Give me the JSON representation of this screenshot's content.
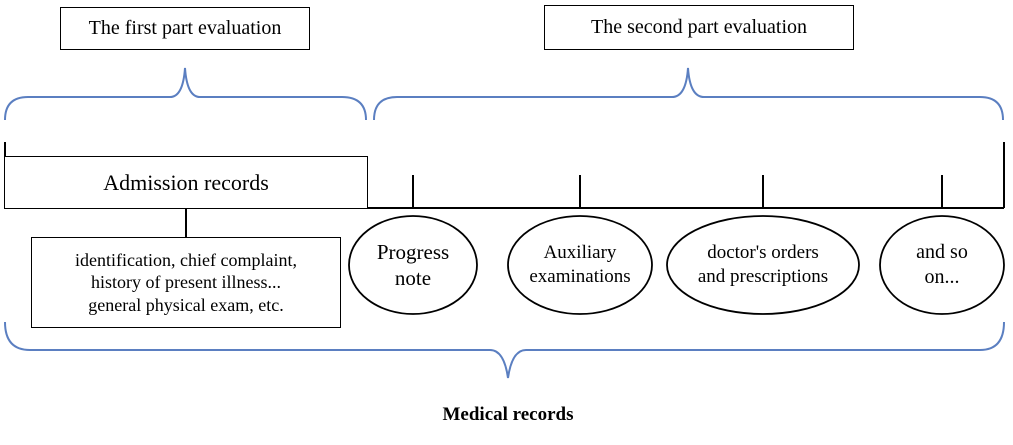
{
  "top_labels": {
    "first_part": "The first part evaluation",
    "second_part": "The second part evaluation"
  },
  "admission_records": "Admission records",
  "admission_details": {
    "line1": "identification, chief complaint,",
    "line2": "history of present illness...",
    "line3": "general physical exam, etc."
  },
  "ovals": [
    {
      "line1": "Progress",
      "line2": "note"
    },
    {
      "line1": "Auxiliary",
      "line2": "examinations"
    },
    {
      "line1": "doctor's orders",
      "line2": "and prescriptions"
    },
    {
      "line1": "and so",
      "line2": "on..."
    }
  ],
  "footer_label": "Medical records",
  "colors": {
    "brace": "#5b7fc1",
    "line": "#000000"
  }
}
